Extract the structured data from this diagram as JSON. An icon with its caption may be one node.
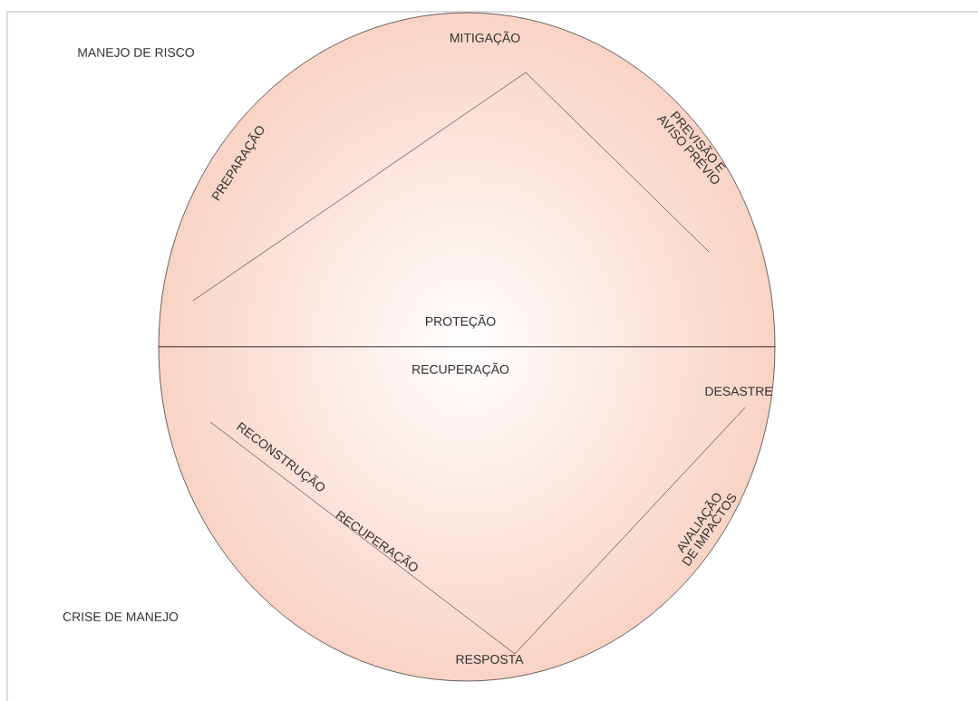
{
  "diagram": {
    "nodes": [
      {
        "text": [
          "MITIGAÇÃO",
          "PREPARAÇÃO",
          "PREVISÃO E AVISO PRÉVIO",
          "PROTEÇÃO"
        ]
      },
      {
        "text": [
          "RECUPERAÇÃO",
          "DESASTRE",
          "RECONSTRUÇÃO",
          "RECUPERAÇÃO",
          "AVALIAÇÃO DE IMPACTOS",
          "RESPOSTA"
        ]
      }
    ],
    "labels": [
      "MANEJO DE RISCO",
      "CRISE DE MANEJO"
    ]
  }
}
